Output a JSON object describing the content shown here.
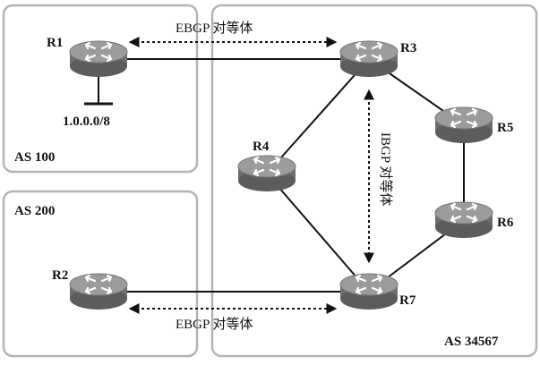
{
  "as_domains": {
    "as100": "AS 100",
    "as200": "AS 200",
    "as34567": "AS 34567"
  },
  "routers": {
    "r1": "R1",
    "r2": "R2",
    "r3": "R3",
    "r4": "R4",
    "r5": "R5",
    "r6": "R6",
    "r7": "R7"
  },
  "network": {
    "prefix": "1.0.0.0/8"
  },
  "peerings": {
    "ebgp_top": "EBGP 对等体",
    "ebgp_bottom": "EBGP 对等体",
    "ibgp": "IBGP 对等体"
  },
  "colors": {
    "router_body": "#7a7a7a",
    "router_top": "#a8a8a8",
    "domain_border": "#b4b4b4"
  }
}
